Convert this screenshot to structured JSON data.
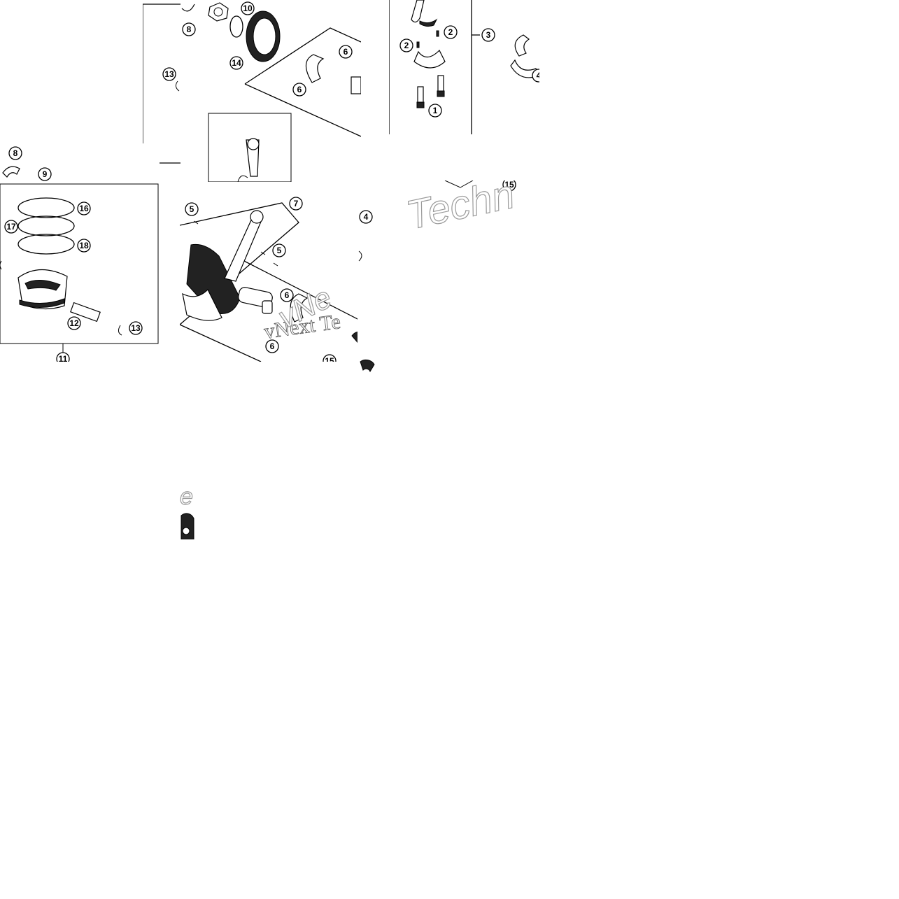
{
  "diagram": {
    "type": "exploded-parts-diagram",
    "part_callouts": [
      "1",
      "2",
      "3",
      "4",
      "5",
      "6",
      "7",
      "8",
      "9",
      "10",
      "11",
      "12",
      "13",
      "14",
      "15",
      "16",
      "17",
      "18"
    ],
    "watermarks": [
      "Techn",
      "vNext Te",
      "vNe",
      "e"
    ],
    "colors": {
      "line": "#000000",
      "background": "#ffffff",
      "watermark_stroke": "#9a9a9a"
    }
  }
}
